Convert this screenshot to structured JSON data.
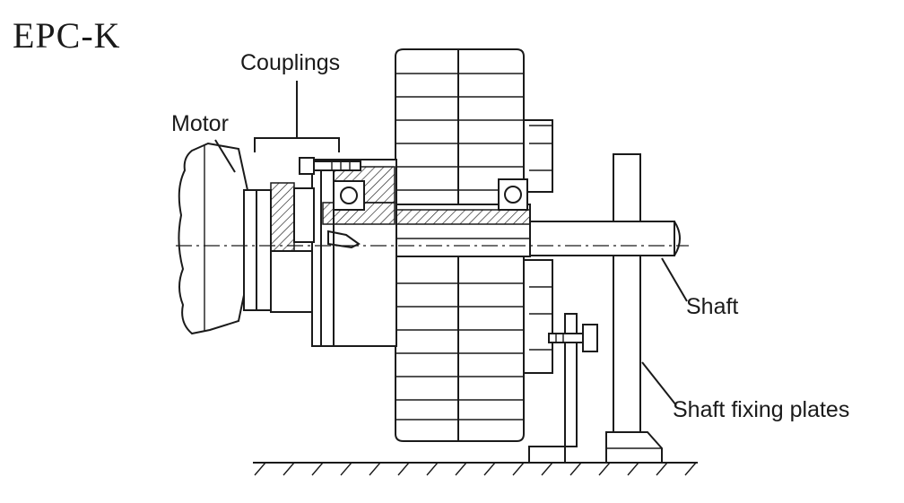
{
  "title": "EPC-K",
  "labels": {
    "couplings": "Couplings",
    "motor": "Motor",
    "shaft": "Shaft",
    "shaft_fixing_plates": "Shaft fixing plates"
  }
}
